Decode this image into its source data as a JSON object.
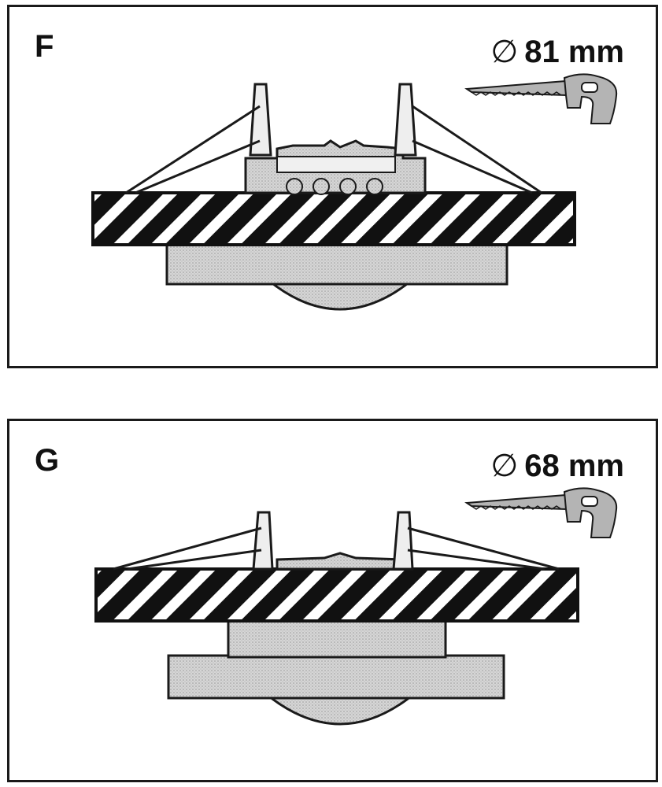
{
  "panels": [
    {
      "letter": "F",
      "diameter_symbol": "∅",
      "diameter_value": "81 mm"
    },
    {
      "letter": "G",
      "diameter_symbol": "∅",
      "diameter_value": "68 mm"
    }
  ],
  "colors": {
    "line": "#1a1a1a",
    "fixture_gray": "#c8c8c8",
    "saw_gray": "#b4b4b4",
    "background": "#ffffff"
  },
  "icons": {
    "saw": "hand-saw-icon"
  }
}
